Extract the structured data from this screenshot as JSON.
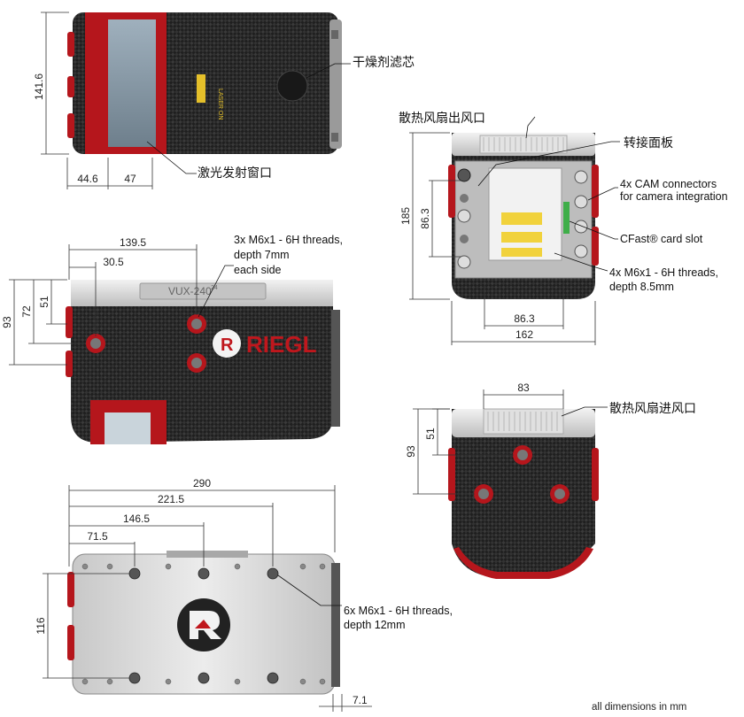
{
  "labels": {
    "desiccant": "干燥剂滤芯",
    "laser_window": "激光发射窗口",
    "fan_outlet": "散热风扇出风口",
    "adapter_panel": "转接面板",
    "cam_connectors_1": "4x CAM connectors",
    "cam_connectors_2": "for camera integration",
    "cfast_slot": "CFast® card slot",
    "threads_back_1": "4x M6x1 - 6H threads,",
    "threads_back_2": "depth 8.5mm",
    "threads_side_1": "3x M6x1 - 6H threads,",
    "threads_side_2": "depth 7mm",
    "threads_side_3": "each side",
    "fan_inlet": "散热风扇进风口",
    "threads_bottom_1": "6x M6x1 - 6H threads,",
    "threads_bottom_2": "depth 12mm",
    "footer": "all dimensions in mm"
  },
  "product": {
    "brand": "RIEGL",
    "model": "VUX-240",
    "model_sup": "24",
    "laser_label": "LASER ON"
  },
  "dimensions": {
    "top_height": "141.6",
    "top_w1": "44.6",
    "top_w2": "47",
    "side_w1": "139.5",
    "side_w2": "30.5",
    "side_h1": "93",
    "side_h2": "72",
    "side_h3": "51",
    "back_height": "185",
    "back_h2": "86.3",
    "back_w_inner": "86.3",
    "back_w": "162",
    "front_w": "83",
    "front_h1": "51",
    "front_h2": "93",
    "bottom_w_total": "290",
    "bottom_w2": "221.5",
    "bottom_w3": "146.5",
    "bottom_w4": "71.5",
    "bottom_h": "116",
    "bottom_small": "7.1"
  },
  "colors": {
    "carbon": "#2a2a2a",
    "red": "#c0171d",
    "aluminum": "#d8d8d8"
  }
}
